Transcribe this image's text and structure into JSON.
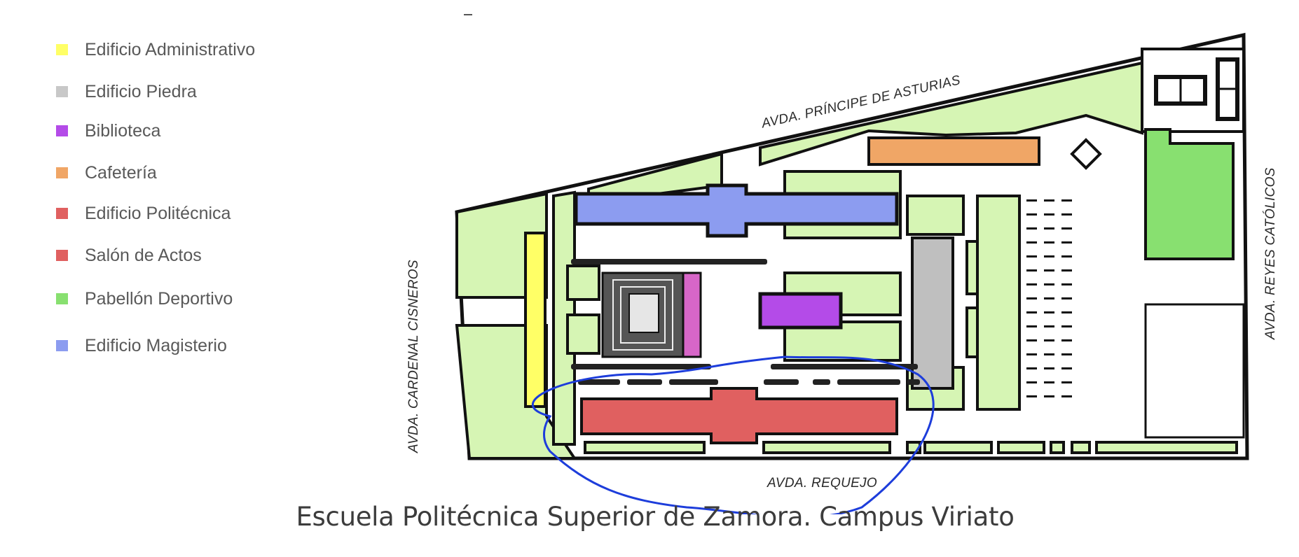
{
  "legend": {
    "items": [
      {
        "label": "Edificio Administrativo",
        "color": "#ffff66"
      },
      {
        "label": "Edificio Piedra",
        "color": "#c8c8c8"
      },
      {
        "label": "Biblioteca",
        "color": "#b44be8"
      },
      {
        "label": "Cafetería",
        "color": "#f0a666"
      },
      {
        "label": "Edificio Politécnica",
        "color": "#e06060"
      },
      {
        "label": "Salón de Actos",
        "color": "#e06060"
      },
      {
        "label": "Pabellón Deportivo",
        "color": "#88e070"
      },
      {
        "label": "Edificio Magisterio",
        "color": "#8c9cf0"
      }
    ]
  },
  "map": {
    "streets": {
      "north": "AVDA. PRÍNCIPE DE ASTURIAS",
      "west": "AVDA. CARDENAL CISNEROS",
      "south": "AVDA. REQUEJO",
      "east": "AVDA. REYES CATÓLICOS"
    },
    "colors": {
      "green_area": "#d6f5b4",
      "sports_green": "#88e070",
      "outline": "#111111",
      "highlight_stroke": "#1d3ddb"
    }
  },
  "caption": "Escuela Politécnica Superior de Zamora. Campus Viriato"
}
